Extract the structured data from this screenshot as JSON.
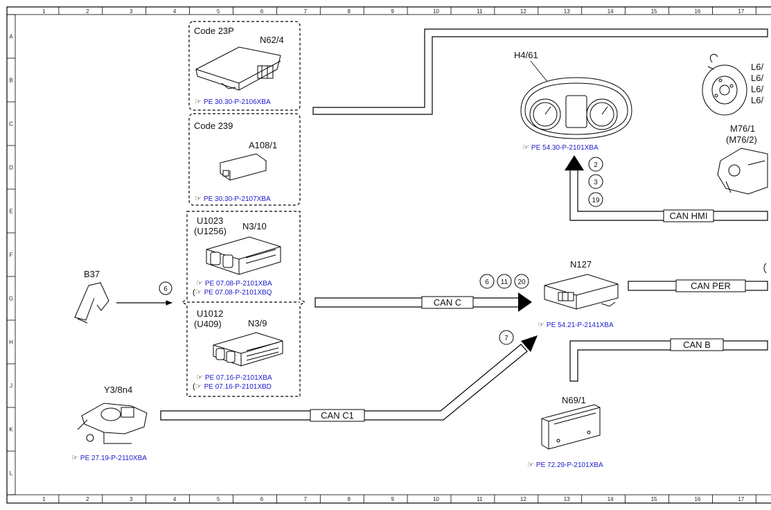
{
  "grid": {
    "columns": [
      "1",
      "2",
      "3",
      "4",
      "5",
      "6",
      "7",
      "8",
      "9",
      "10",
      "11",
      "12",
      "13",
      "14",
      "15",
      "16",
      "17"
    ],
    "rows": [
      "A",
      "B",
      "C",
      "D",
      "E",
      "F",
      "G",
      "H",
      "J",
      "K",
      "L"
    ]
  },
  "components": {
    "code23p": "Code 23P",
    "n62_4": "N62/4",
    "n62_4_ref": "PE 30.30-P-2106XBA",
    "code239": "Code 239",
    "a108_1": "A108/1",
    "a108_1_ref": "PE 30.30-P-2107XBA",
    "u1023": "U1023",
    "u1256": "(U1256)",
    "n3_10": "N3/10",
    "n3_10_ref1": "PE 07.08-P-2101XBA",
    "n3_10_ref2": "PE 07.08-P-2101XBQ",
    "u1012": "U1012",
    "u409": "(U409)",
    "n3_9": "N3/9",
    "n3_9_ref1": "PE 07.16-P-2101XBA",
    "n3_9_ref2": "PE 07.16-P-2101XBD",
    "b37": "B37",
    "y3_8n4": "Y3/8n4",
    "y3_8n4_ref": "PE 27.19-P-2110XBA",
    "h4_61": "H4/61",
    "h4_61_ref": "PE 54.30-P-2101XBA",
    "n127": "N127",
    "n127_ref": "PE 54.21-P-2141XBA",
    "n69_1": "N69/1",
    "n69_1_ref": "PE 72.29-P-2101XBA",
    "l6_1": "L6/",
    "l6_2": "L6/",
    "l6_3": "L6/",
    "l6_4": "L6/",
    "m76_1": "M76/1",
    "m76_2": "(M76/2)"
  },
  "buses": {
    "can_c": "CAN C",
    "can_c1": "CAN C1",
    "can_hmi": "CAN HMI",
    "can_per": "CAN PER",
    "can_b": "CAN B"
  },
  "callouts": [
    "6",
    "6",
    "11",
    "20",
    "7",
    "2",
    "3",
    "19"
  ]
}
